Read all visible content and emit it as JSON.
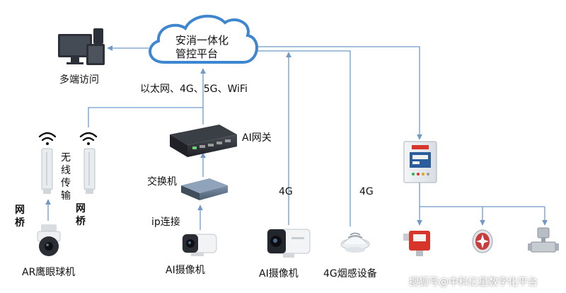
{
  "platform": {
    "line1": "安消一体化",
    "line2": "管控平台"
  },
  "labels": {
    "multi_access": "多端访问",
    "network": "以太网、4G、5G、WiFi",
    "ai_gateway": "AI网关",
    "switch": "交换机",
    "ip_link": "ip连接",
    "wireless": "无线传输",
    "bridge_left": "网桥",
    "bridge_right": "网桥",
    "ar_camera": "AR鹰眼球机",
    "ai_camera_1": "AI摄像机",
    "ai_camera_2": "AI摄像机",
    "smoke_sensor": "4G烟感设备",
    "link_4g_1": "4G",
    "link_4g_2": "4G"
  },
  "watermark": "搜狐号@中科亿星数字化平台",
  "colors": {
    "line": "#6f9ac8",
    "cloud_stroke": "#3f86d0",
    "device_dark": "#2a2d33",
    "panel_red": "#d8352a"
  }
}
